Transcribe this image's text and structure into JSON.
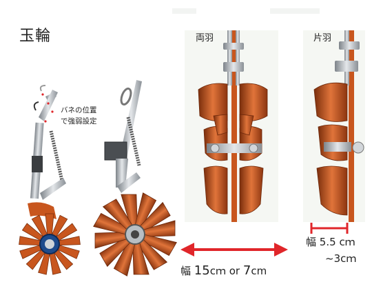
{
  "title": "玉輪",
  "annotation": {
    "line1": "バネの位置",
    "line2": "で強弱設定"
  },
  "labels": {
    "both_wings": "両羽",
    "single_wing": "片羽"
  },
  "dimensions": {
    "both": {
      "prefix": "幅",
      "value_a": "15",
      "unit_a": "cｍ",
      "or": "or",
      "value_b": "7",
      "unit_b": "cm"
    },
    "single": {
      "prefix": "幅",
      "value": "5.5",
      "unit": "cｍ",
      "alt": "~3cｍ"
    }
  },
  "colors": {
    "blade": "#c8561e",
    "blade_dark": "#7a2e0c",
    "steel": "#9ea4aa",
    "arrow": "#e0262a"
  }
}
